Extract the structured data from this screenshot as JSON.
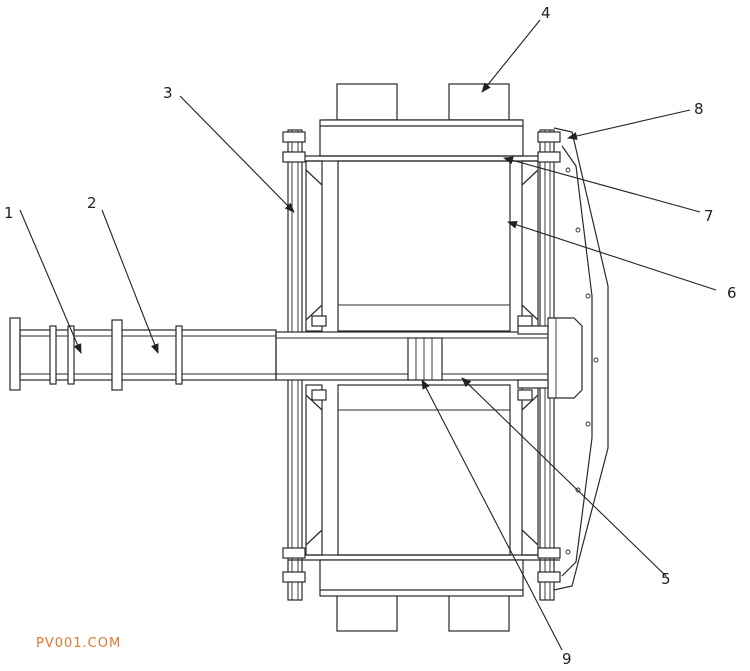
{
  "callouts": [
    {
      "id": "c1",
      "label": "1"
    },
    {
      "id": "c2",
      "label": "2"
    },
    {
      "id": "c3",
      "label": "3"
    },
    {
      "id": "c4",
      "label": "4"
    },
    {
      "id": "c5",
      "label": "5"
    },
    {
      "id": "c6",
      "label": "6"
    },
    {
      "id": "c7",
      "label": "7"
    },
    {
      "id": "c8",
      "label": "8"
    },
    {
      "id": "c9",
      "label": "9"
    }
  ],
  "watermark": "PV001.COM"
}
